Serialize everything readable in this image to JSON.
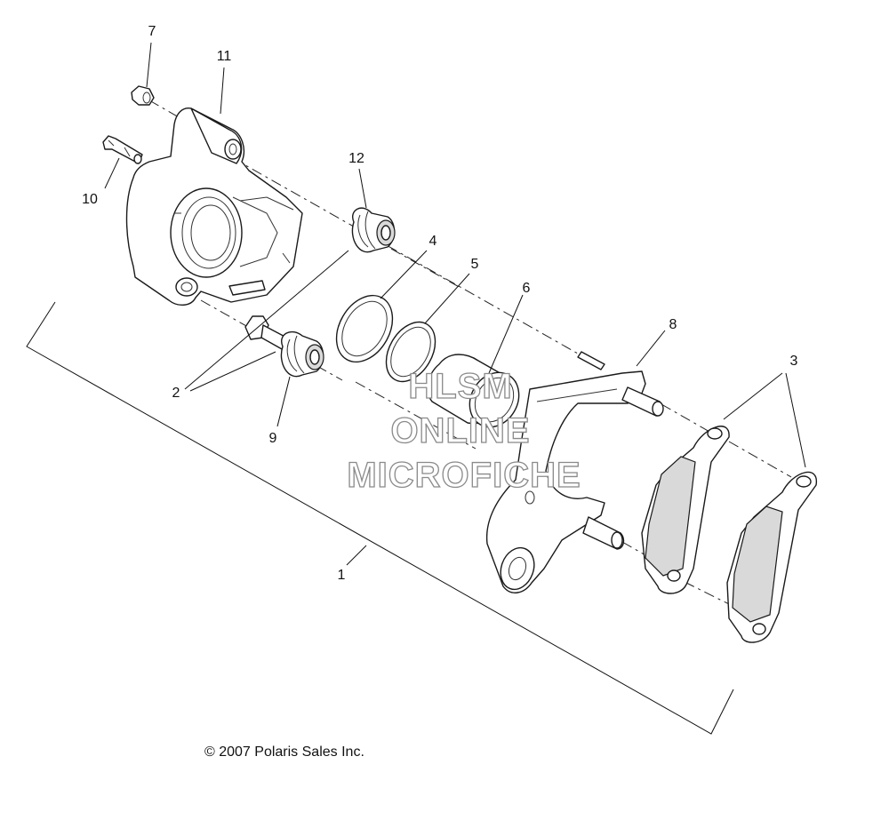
{
  "diagram": {
    "callouts": {
      "c1": "1",
      "c2": "2",
      "c3": "3",
      "c4": "4",
      "c5": "5",
      "c6": "6",
      "c7": "7",
      "c8": "8",
      "c9": "9",
      "c10": "10",
      "c11": "11",
      "c12": "12"
    },
    "copyright": "© 2007 Polaris Sales Inc.",
    "watermark": {
      "line1": "HLSM",
      "line2": "ONLINE",
      "line3": "MICROFICHE"
    }
  }
}
